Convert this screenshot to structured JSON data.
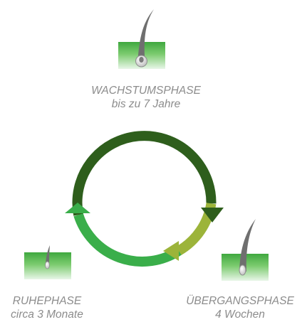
{
  "phases": {
    "growth": {
      "title": "WACHSTUMSPHASE",
      "duration": "bis zu 7 Jahre"
    },
    "transition": {
      "title": "ÜBERGANGSPHASE",
      "duration": "4 Wochen"
    },
    "rest": {
      "title": "RUHEPHASE",
      "duration": "circa 3 Monate"
    }
  },
  "colors": {
    "growth_arc": "#2e5e1c",
    "transition_arc": "#9cb43a",
    "rest_arc": "#3aae4a",
    "skin_top": "#3fa83f",
    "skin_bottom": "#e8f6e8",
    "hair": "#6f6f6f",
    "label_text": "#8c8c8c"
  },
  "icons": [
    "hair-follicle-long-icon",
    "hair-follicle-medium-icon",
    "hair-follicle-short-icon"
  ]
}
